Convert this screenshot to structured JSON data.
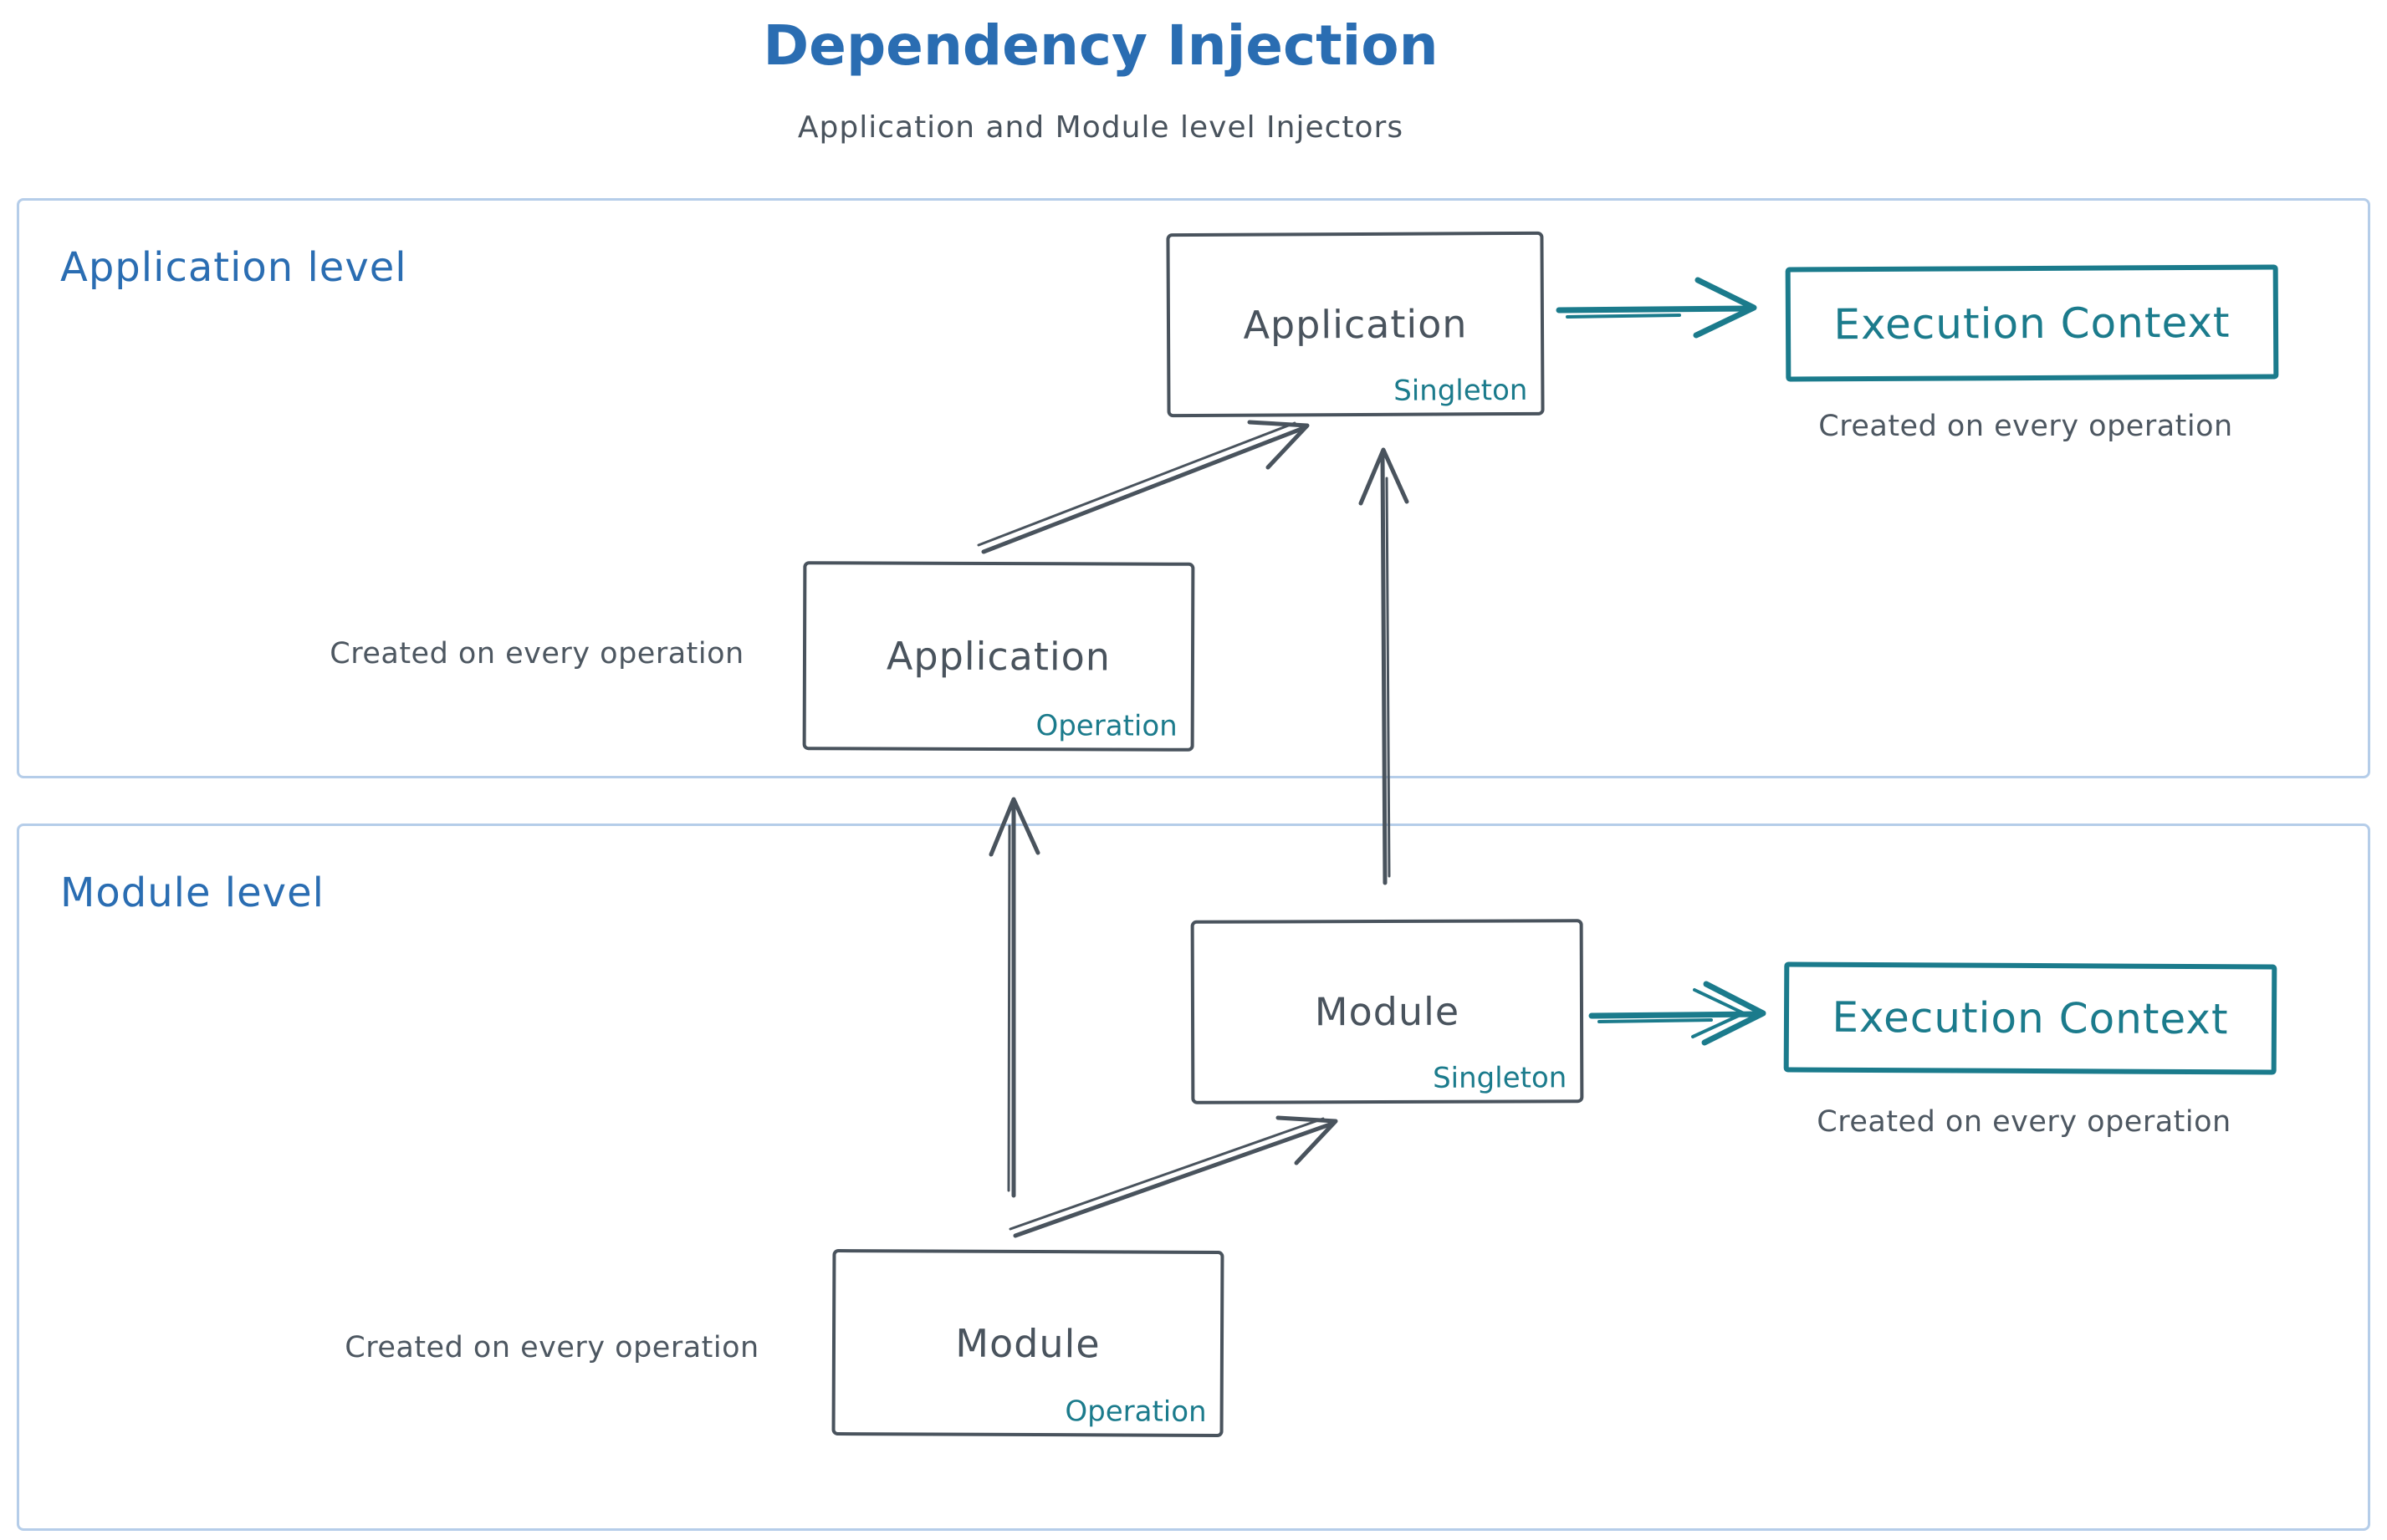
{
  "title": {
    "text": "Dependency Injection",
    "subtitle": "Application and Module level Injectors"
  },
  "colors": {
    "title_blue": "#2a6db2",
    "dark_slate": "#49535d",
    "teal": "#1b7b8c",
    "section_border": "#b5cde9"
  },
  "sections": {
    "application": {
      "label": "Application level"
    },
    "module": {
      "label": "Module level"
    }
  },
  "nodes": {
    "app_singleton": {
      "label": "Application",
      "sublabel": "Singleton"
    },
    "app_operation": {
      "label": "Application",
      "sublabel": "Operation",
      "caption": "Created on every operation"
    },
    "app_execution_context": {
      "label": "Execution Context",
      "caption": "Created on every operation"
    },
    "module_singleton": {
      "label": "Module",
      "sublabel": "Singleton"
    },
    "module_operation": {
      "label": "Module",
      "sublabel": "Operation",
      "caption": "Created on every operation"
    },
    "module_execution_context": {
      "label": "Execution Context",
      "caption": "Created on every operation"
    }
  }
}
